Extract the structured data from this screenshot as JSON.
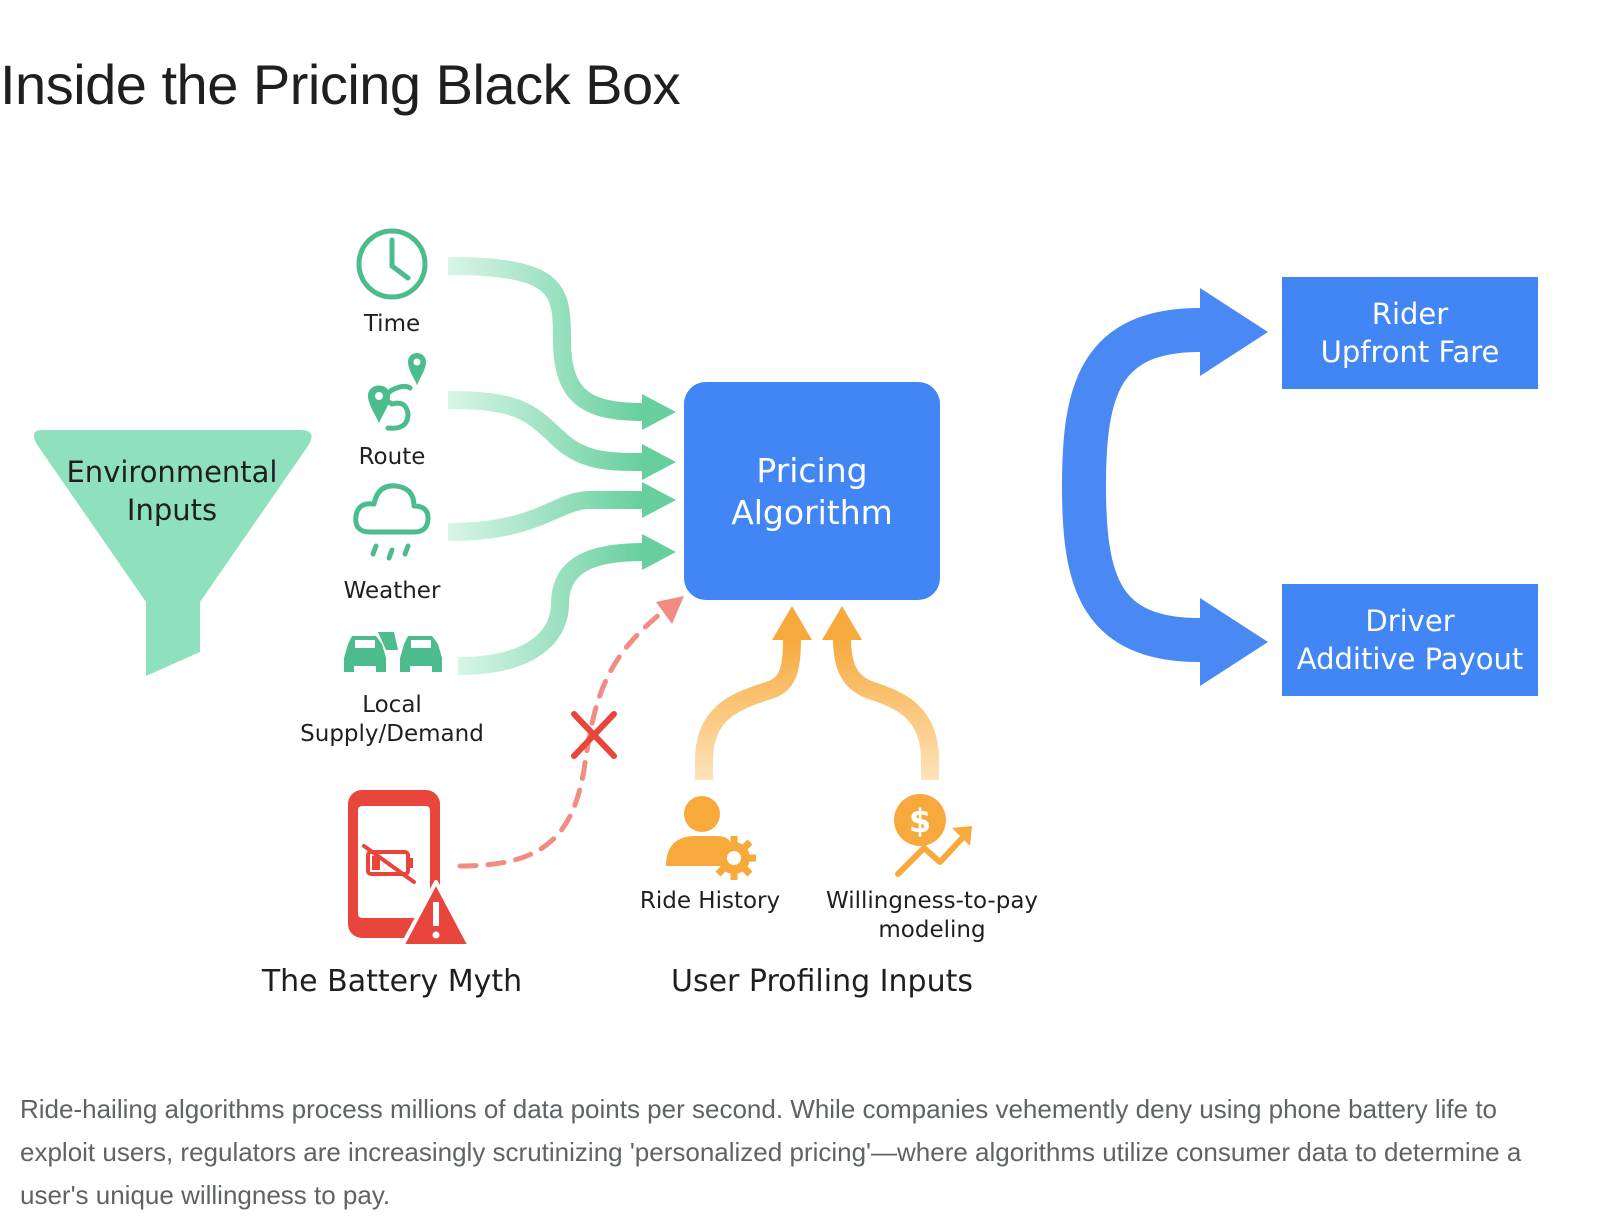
{
  "title": "Inside the Pricing Black Box",
  "funnel": {
    "label_line1": "Environmental",
    "label_line2": "Inputs"
  },
  "inputs": {
    "time": "Time",
    "route": "Route",
    "weather": "Weather",
    "supply_line1": "Local",
    "supply_line2": "Supply/Demand"
  },
  "algorithm": {
    "line1": "Pricing",
    "line2": "Algorithm"
  },
  "outputs": {
    "rider_line1": "Rider",
    "rider_line2": "Upfront Fare",
    "driver_line1": "Driver",
    "driver_line2": "Additive Payout"
  },
  "battery": {
    "label": "The Battery Myth"
  },
  "profiling": {
    "ride_history": "Ride History",
    "wtp_line1": "Willingness-to-pay",
    "wtp_line2": "modeling",
    "group_label": "User Profiling Inputs"
  },
  "caption": "Ride-hailing algorithms process millions of data points per second. While companies vehemently deny using phone battery life to exploit users, regulators are increasingly scrutinizing 'personalized pricing'—where algorithms utilize consumer data to determine a user's unique willingness to pay.",
  "colors": {
    "green": "#7dd8b0",
    "green_dark": "#4cbc8c",
    "blue": "#4285f4",
    "orange": "#f7a93b",
    "red": "#e8453c"
  }
}
